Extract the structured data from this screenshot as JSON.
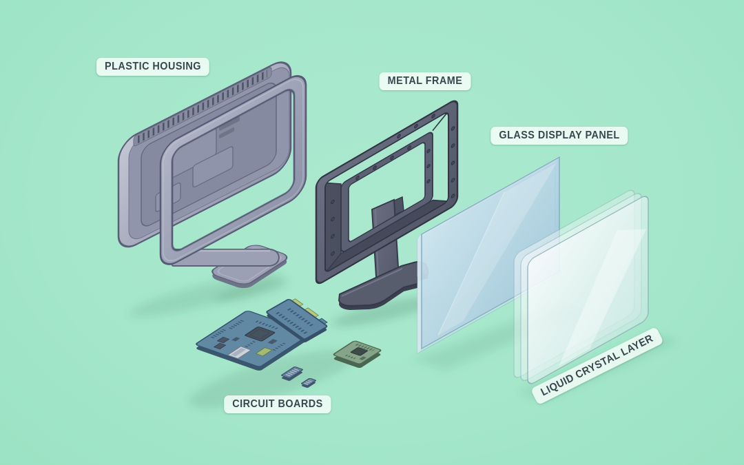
{
  "scene": {
    "background_color": "#a5e7cb",
    "labels": {
      "plastic_housing": "PLASTIC HOUSING",
      "metal_frame": "METAL FRAME",
      "glass_display_panel": "GLASS DISPLAY PANEL",
      "liquid_crystal_layer": "LIQUID CRYSTAL LAYER",
      "circuit_boards": "CIRCUIT BOARDS"
    },
    "label_style": {
      "background": "#f4fcf7",
      "text_color": "#3a474e"
    },
    "component_colors": {
      "plastic_housing": "#9ba0b5",
      "metal_frame": "#5a5f70",
      "glass_panel": "#bcd7e6",
      "liquid_crystal": "#eef6f7",
      "circuit_board_blue": "#6289a4",
      "circuit_board_green": "#85a489",
      "connector_gold": "#b6c77f"
    }
  }
}
